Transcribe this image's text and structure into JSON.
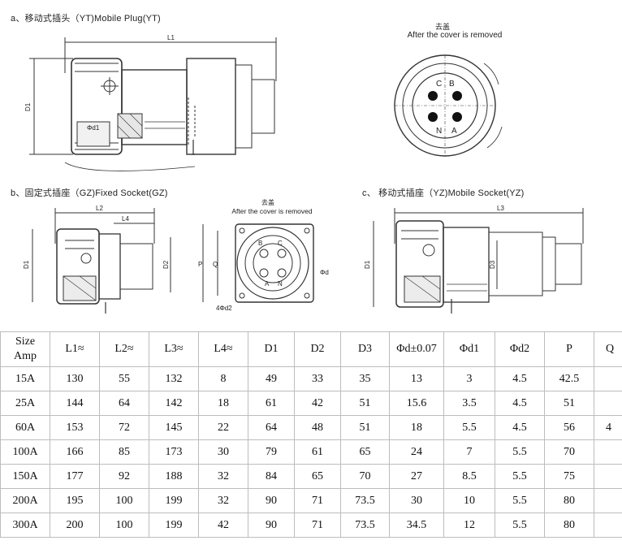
{
  "captions": {
    "a": "a、移动式插头（YT)Mobile Plug(YT)",
    "b": "b、固定式插座（GZ)Fixed Socket(GZ)",
    "c": "c、 移动式插座（YZ)Mobile Socket(YZ)",
    "cover_zh_top": "去盖",
    "cover_en_top": "After the cover is removed",
    "cover_zh_mid": "去盖",
    "cover_en_mid": "After the cover is removed"
  },
  "drawing_labels": {
    "L1": "L1",
    "L2": "L2",
    "L3": "L3",
    "L4": "L4",
    "D1": "D1",
    "D2": "D2",
    "D3": "D3",
    "P": "P",
    "Q": "Q",
    "d": "Φd",
    "d1": "Φd1",
    "d2": "4Φd2",
    "pins": {
      "A": "A",
      "B": "B",
      "C": "C",
      "N": "N"
    }
  },
  "table": {
    "size_header_line1": "Size",
    "size_header_line2": "Amp",
    "headers": [
      "L1≈",
      "L2≈",
      "L3≈",
      "L4≈",
      "D1",
      "D2",
      "D3",
      "Φd±0.07",
      "Φd1",
      "Φd2",
      "P",
      "Q"
    ],
    "rows": [
      [
        "15A",
        "130",
        "55",
        "132",
        "8",
        "49",
        "33",
        "35",
        "13",
        "3",
        "4.5",
        "42.5",
        ""
      ],
      [
        "25A",
        "144",
        "64",
        "142",
        "18",
        "61",
        "42",
        "51",
        "15.6",
        "3.5",
        "4.5",
        "51",
        ""
      ],
      [
        "60A",
        "153",
        "72",
        "145",
        "22",
        "64",
        "48",
        "51",
        "18",
        "5.5",
        "4.5",
        "56",
        "4"
      ],
      [
        "100A",
        "166",
        "85",
        "173",
        "30",
        "79",
        "61",
        "65",
        "24",
        "7",
        "5.5",
        "70",
        ""
      ],
      [
        "150A",
        "177",
        "92",
        "188",
        "32",
        "84",
        "65",
        "70",
        "27",
        "8.5",
        "5.5",
        "75",
        ""
      ],
      [
        "200A",
        "195",
        "100",
        "199",
        "32",
        "90",
        "71",
        "73.5",
        "30",
        "10",
        "5.5",
        "80",
        ""
      ],
      [
        "300A",
        "200",
        "100",
        "199",
        "42",
        "90",
        "71",
        "73.5",
        "34.5",
        "12",
        "5.5",
        "80",
        ""
      ]
    ]
  }
}
